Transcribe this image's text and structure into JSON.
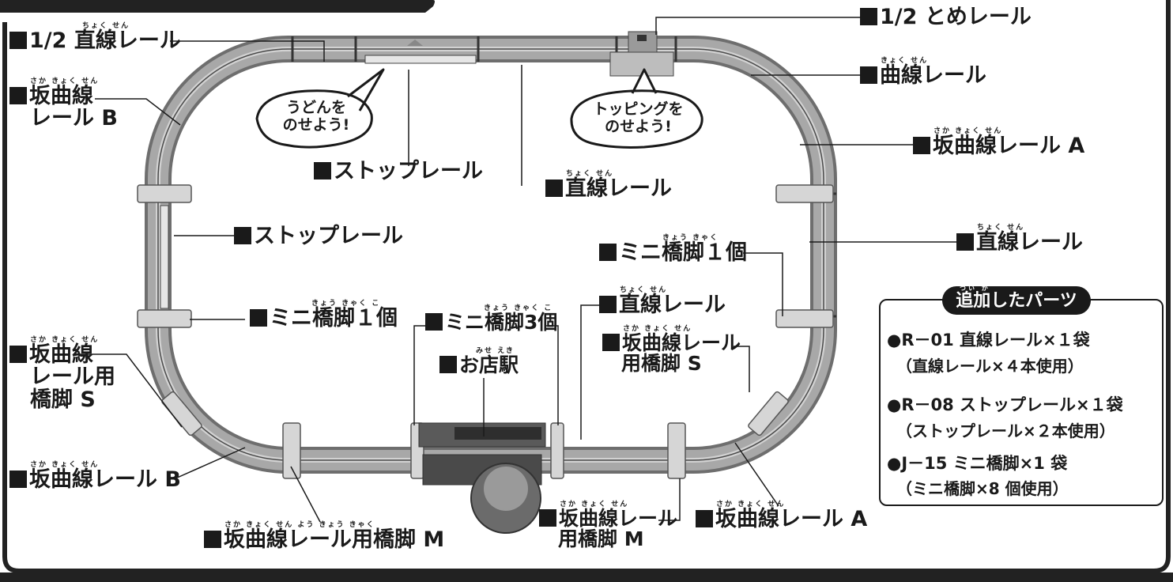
{
  "labels": {
    "half_straight": "1/2 直線レール",
    "half_straight_ruby": "ちょく せん",
    "slope_curve_b_top": "坂曲線",
    "slope_curve_b_top2": "レール B",
    "slope_curve_b_top_ruby": "さか きょく せん",
    "stop_rail_top": "ストップレール",
    "straight_center": "直線レール",
    "straight_center_ruby": "ちょく せん",
    "half_stop": "1/2 とめレール",
    "curve_rail": "曲線レール",
    "curve_rail_ruby": "きょく せん",
    "slope_curve_a_right": "坂曲線レール A",
    "slope_curve_a_right_ruby": "さか きょく せん",
    "straight_right": "直線レール",
    "straight_right_ruby": "ちょく せん",
    "stop_rail_left": "ストップレール",
    "mini_pier_right": "ミニ橋脚１個",
    "mini_pier_right_ruby": "きょう きゃく",
    "mini_pier_left": "ミニ橋脚１個",
    "mini_pier_left_ruby": "きょう きゃく   こ",
    "mini_pier_3": "ミニ橋脚3個",
    "mini_pier_3_ruby": "きょう きゃく   こ",
    "shop_station": "お店駅",
    "shop_station_ruby": "みせ えき",
    "straight_bottom": "直線レール",
    "straight_bottom_ruby": "ちょく せん",
    "slope_pier_s_right_1": "坂曲線レール",
    "slope_pier_s_right_2": "用橋脚 S",
    "slope_pier_s_right_ruby": "さか きょく せん",
    "slope_pier_s_left_1": "坂曲線",
    "slope_pier_s_left_2": "レール用",
    "slope_pier_s_left_3": "橋脚 S",
    "slope_pier_s_left_ruby": "さか きょく せん",
    "slope_curve_b_bottom": "坂曲線レール B",
    "slope_curve_b_bottom_ruby": "さか きょく せん",
    "slope_pier_m_left": "坂曲線レール用橋脚 M",
    "slope_pier_m_left_ruby": "さか きょく せん         よう きょう きゃく",
    "slope_pier_m_center_1": "坂曲線レール",
    "slope_pier_m_center_2": "用橋脚 M",
    "slope_pier_m_center_ruby": "さか きょく せん",
    "slope_curve_a_bottom": "坂曲線レール A",
    "slope_curve_a_bottom_ruby": "さか きょく せん"
  },
  "bubbles": {
    "udon": [
      "うどんを",
      "のせよう!"
    ],
    "topping": [
      "トッピングを",
      "のせよう!"
    ]
  },
  "parts": {
    "title": "追加したパーツ",
    "title_ruby": "つい か",
    "items": [
      {
        "main": "●R－01 直線レール×１袋",
        "sub": "（直線レール×４本使用）"
      },
      {
        "main": "●R－08 ストップレール×１袋",
        "sub": "（ストップレール×２本使用）"
      },
      {
        "main": "●J－15 ミニ橋脚×1 袋",
        "sub": "（ミニ橋脚×8 個使用）"
      }
    ]
  },
  "colors": {
    "rail_outer": "#6e6e6e",
    "rail_mid": "#a8a8a8",
    "rail_light": "#d2d2d2",
    "pier": "#d6d6d6",
    "ink": "#1a1a1a",
    "frame": "#222222"
  }
}
